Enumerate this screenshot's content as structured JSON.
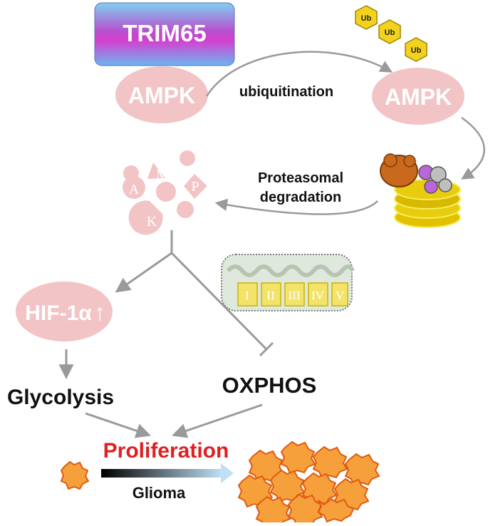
{
  "trim65_label": "TRIM65",
  "ampk_left_label": "AMPK",
  "ampk_right_label": "AMPK",
  "ubiquitination_label": "ubiquitination",
  "ub_tags": [
    "Ub",
    "Ub",
    "Ub"
  ],
  "proteasomal_label_line1": "Proteasomal",
  "proteasomal_label_line2": "degradation",
  "fragment_letters": [
    "A",
    "M",
    "P",
    "K"
  ],
  "hif_label": "HIF-1α",
  "hif_up_arrow": "↑",
  "glycolysis_label": "Glycolysis",
  "oxphos_label": "OXPHOS",
  "complex_labels": [
    "I",
    "II",
    "III",
    "IV",
    "V"
  ],
  "proliferation_label": "Proliferation",
  "glioma_label": "Glioma",
  "colors": {
    "ampk_fill": "#f2c4c6",
    "arrow_gray": "#9a9a9a",
    "proliferation_red": "#e02020",
    "ub_fill": "#f2d21e",
    "complex_fill": "#f3e36a",
    "cell_fill": "#f6a03c",
    "cell_stroke": "#e05a10"
  }
}
